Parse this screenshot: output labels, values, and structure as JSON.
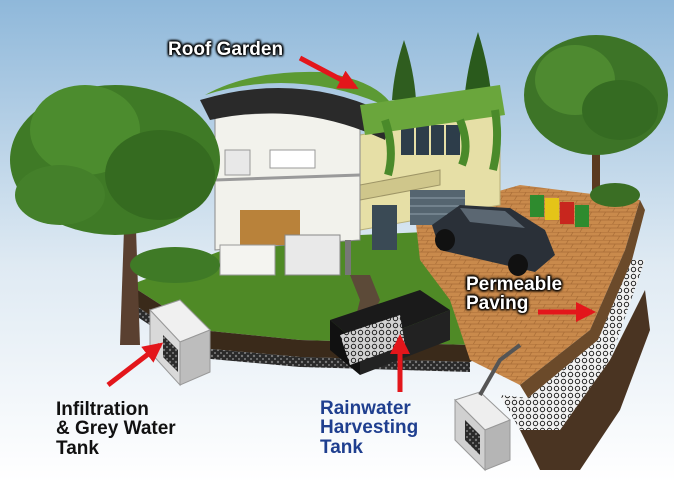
{
  "labels": {
    "roof_garden": "Roof Garden",
    "permeable_paving": [
      "Permeable",
      "Paving"
    ],
    "infiltration_tank": [
      "Infiltration",
      "& Grey Water",
      "Tank"
    ],
    "rainwater_tank": [
      "Rainwater",
      "Harvesting",
      "Tank"
    ]
  },
  "colors": {
    "arrow": "#e3161b",
    "rainwater_label": "#1f3f8f",
    "infiltration_label": "#111111",
    "white_label": "#ffffff",
    "sky_top": "#9fc3e0",
    "sky_bottom": "#ffffff",
    "house_wall": "#e6dfa6",
    "lawn": "#4f8a26",
    "paving": "#c7874b",
    "soil": "#3a2a1a"
  },
  "icons": {
    "bins": [
      "green-bin-icon",
      "yellow-bin-icon",
      "red-bin-icon"
    ],
    "car": "car-icon"
  }
}
